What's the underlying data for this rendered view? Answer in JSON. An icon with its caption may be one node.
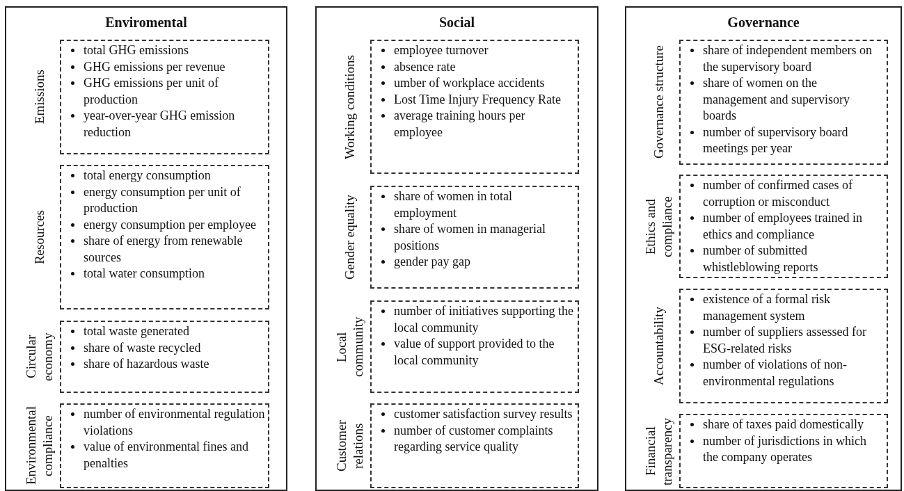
{
  "diagram": {
    "nodes": [
      {
        "text": [
          "Enviromental"
        ]
      },
      {
        "text": [
          "Emissions",
          "total GHG emissions",
          "GHG emissions per revenue",
          "GHG emissions per unit of production",
          "year-over-year GHG emission reduction"
        ],
        "in": 0
      },
      {
        "text": [
          "Resources",
          "total energy consumption",
          "energy consumption per unit of production",
          "energy consumption per employee",
          "share of energy from renewable sources",
          "total water consumption"
        ],
        "in": 0
      },
      {
        "text": [
          "Circular economy",
          "total waste generated",
          "share of waste recycled",
          "share of hazardous waste"
        ],
        "in": 0
      },
      {
        "text": [
          "Environmental compliance",
          "number of environmental regulation violations",
          "value of environmental fines and penalties"
        ],
        "in": 0
      },
      {
        "text": [
          "Social"
        ]
      },
      {
        "text": [
          "Working conditions",
          "employee turnover",
          "absence rate",
          "umber of workplace accidents",
          "Lost Time Injury Frequency Rate",
          "average training hours per employee"
        ],
        "in": 5
      },
      {
        "text": [
          "Gender equality",
          "share of women in total employment",
          "share of women in managerial positions",
          "gender pay gap"
        ],
        "in": 5
      },
      {
        "text": [
          "Local community",
          "number of initiatives supporting the local community",
          "value of support provided to the local community"
        ],
        "in": 5
      },
      {
        "text": [
          "Customer relations",
          "customer satisfaction survey results",
          "number of customer complaints regarding service quality"
        ],
        "in": 5
      },
      {
        "text": [
          "Governance"
        ]
      },
      {
        "text": [
          "Governance structure",
          "share of independent members on the supervisory board",
          "share of women on the management and supervisory boards",
          "number of supervisory board meetings per year"
        ],
        "in": 10
      },
      {
        "text": [
          "Ethics and compliance",
          "number of confirmed cases of corruption or misconduct",
          "number of employees trained in ethics and compliance",
          "number of submitted whistleblowing reports"
        ],
        "in": 10
      },
      {
        "text": [
          "Accountability",
          "existence of a formal risk management system",
          "number of suppliers assessed for ESG-related risks",
          "number of violations of non-environmental regulations"
        ],
        "in": 10
      },
      {
        "text": [
          "Financial transparency",
          "share of taxes paid domestically",
          "number of jurisdictions in which the company operates"
        ],
        "in": 10
      }
    ]
  }
}
